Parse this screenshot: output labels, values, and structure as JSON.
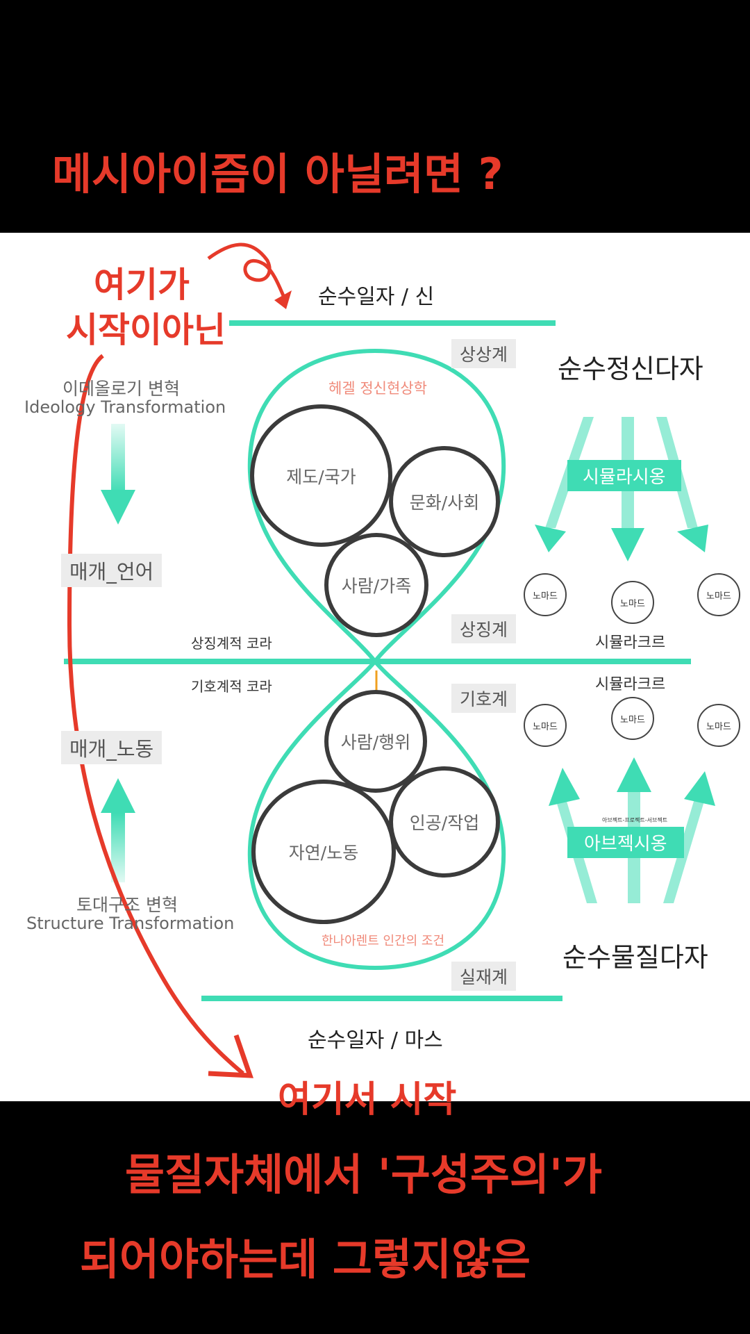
{
  "annotations": {
    "top_question": "메시아이즘이 아닐려면 ?",
    "start_here_1": "여기가",
    "start_here_2": "시작이아닌",
    "start_here_bottom": "여기서 시작",
    "bottom_line1": "물질자체에서 '구성주의'가",
    "bottom_line2": "되어야하는데 그렇지않은"
  },
  "diagram": {
    "top_label": "순수일자 / 신",
    "bottom_label": "순수일자 / 마스",
    "left_top_kr": "이데올로기 변혁",
    "left_top_en": "Ideology Transformation",
    "left_mid_top": "매개_언어",
    "left_mid_bottom": "매개_노동",
    "left_bottom_kr": "토대구조 변혁",
    "left_bottom_en": "Structure Transformation",
    "line_top_label": "상징계적 코라",
    "line_bottom_label": "기호계적 코라",
    "tags": {
      "imaginary": "상상계",
      "symbolic": "상징계",
      "semiotic": "기호계",
      "real": "실재계"
    },
    "hegel": "헤겔 정신현상학",
    "arendt": "한나아렌트 인간의 조건",
    "circles_top": [
      "제도/국가",
      "문화/사회",
      "사람/가족"
    ],
    "circles_bottom": [
      "사람/행위",
      "인공/작업",
      "자연/노동"
    ],
    "right_top_title": "순수정신다자",
    "right_bottom_title": "순수물질다자",
    "simulation": "시뮬라시옹",
    "abjection": "아브젝시옹",
    "abjection_small": "아브젝트-프로젝트-서브젝트",
    "simulacre": "시뮬라크르",
    "nomad": "노마드"
  },
  "colors": {
    "teal": "#3fdcb4",
    "red_ink": "#e63a2a",
    "salmon": "#f08a7a",
    "orange": "#f0a020"
  }
}
